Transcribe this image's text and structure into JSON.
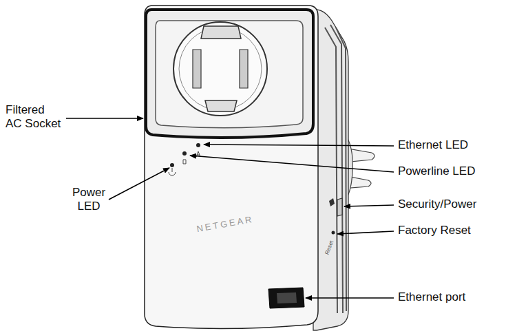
{
  "diagram": {
    "labels": [
      "Filtered AC Socket",
      "Power LED",
      "Ethernet LED",
      "Powerline LED",
      "Security/Power",
      "Factory Reset",
      "Ethernet port",
      "NETGEAR",
      "Reset"
    ]
  }
}
